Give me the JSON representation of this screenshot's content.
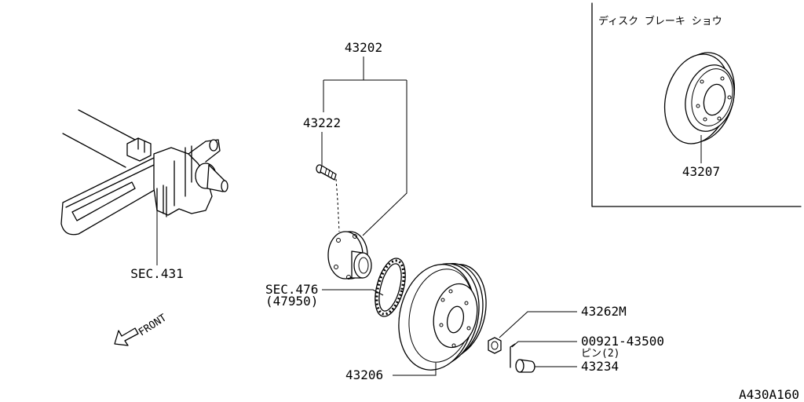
{
  "figure_code": "A430A160",
  "inset_title": "ディスク ブレーキ ショウ",
  "direction": {
    "label": "FRONT"
  },
  "callouts": {
    "hub_assembly": "43202",
    "hub_bolt": "43222",
    "axle_section": "SEC.431",
    "sensor_section": "SEC.476",
    "sensor_section_sub": "(47950)",
    "drum": "43206",
    "nut": "43262M",
    "pin_number": "00921-43500",
    "pin_desc": "ピン(2)",
    "cap": "43234",
    "disc": "43207"
  },
  "colors": {
    "ink": "#000000",
    "background": "#ffffff"
  }
}
